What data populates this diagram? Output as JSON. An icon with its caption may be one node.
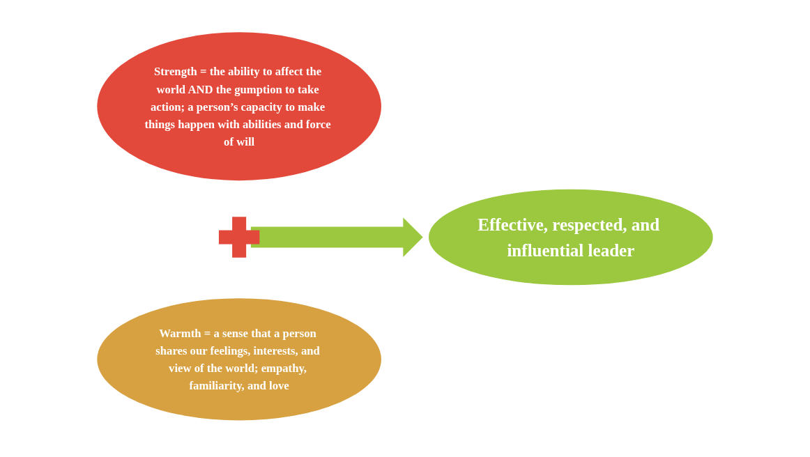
{
  "diagram": {
    "nodes": [
      {
        "text": [
          "Strength = the ability to affect the world AND the gumption to take action; a person’s capacity to make things happen with abilities and force of will"
        ]
      },
      {
        "text": [],
        "shape": "plus"
      },
      {
        "text": [
          "Warmth = a sense that a person shares our feelings, interests, and view of the world; empathy, familiarity, and love"
        ]
      },
      {
        "text": [
          "Effective, respected, and influential leader"
        ]
      }
    ],
    "edges": [
      {
        "from": 1,
        "to": 3,
        "arrow": "to",
        "style": "thick",
        "color": "#9bc83f"
      }
    ]
  }
}
